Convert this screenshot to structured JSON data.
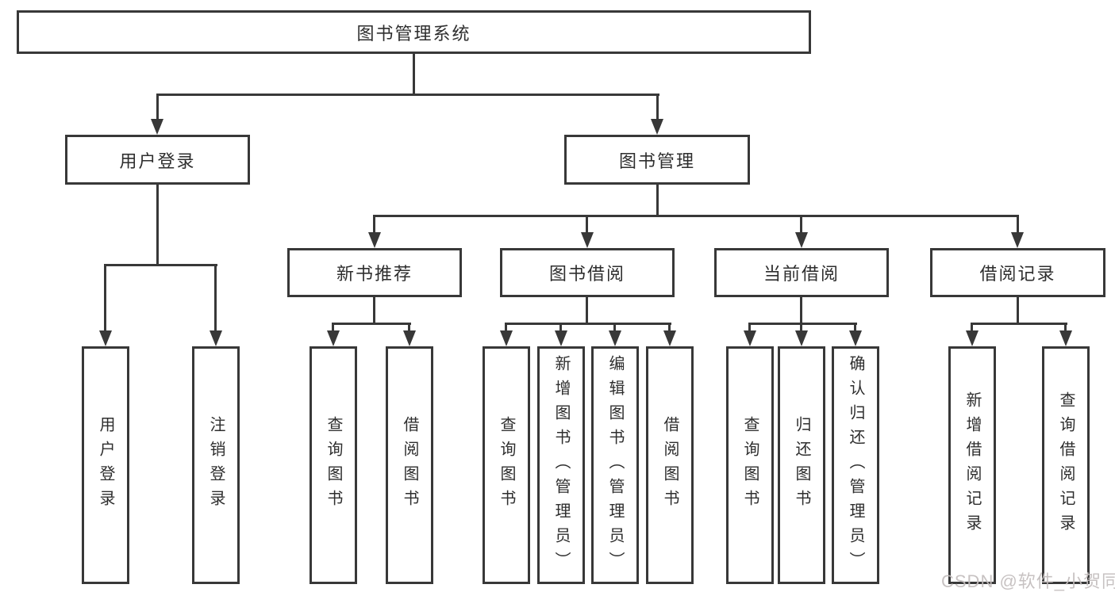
{
  "diagram": {
    "root": "图书管理系统",
    "branches": [
      {
        "label": "用户登录",
        "leaves": [
          "用户登录",
          "注销登录"
        ]
      },
      {
        "label": "图书管理",
        "sections": [
          {
            "label": "新书推荐",
            "leaves": [
              "查询图书",
              "借阅图书"
            ]
          },
          {
            "label": "图书借阅",
            "leaves": [
              "查询图书",
              "新增图书（管理员）",
              "编辑图书（管理员）",
              "借阅图书"
            ]
          },
          {
            "label": "当前借阅",
            "leaves": [
              "查询图书",
              "归还图书",
              "确认归还（管理员）"
            ]
          },
          {
            "label": "借阅记录",
            "leaves": [
              "新增借阅记录",
              "查询借阅记录"
            ]
          }
        ]
      }
    ]
  },
  "watermark": {
    "text": "CSDN @软件_小贺同学"
  },
  "colors": {
    "line": "#383838",
    "text": "#2e2e2e",
    "watermark": "#c3bdbd",
    "background": "#ffffff"
  }
}
